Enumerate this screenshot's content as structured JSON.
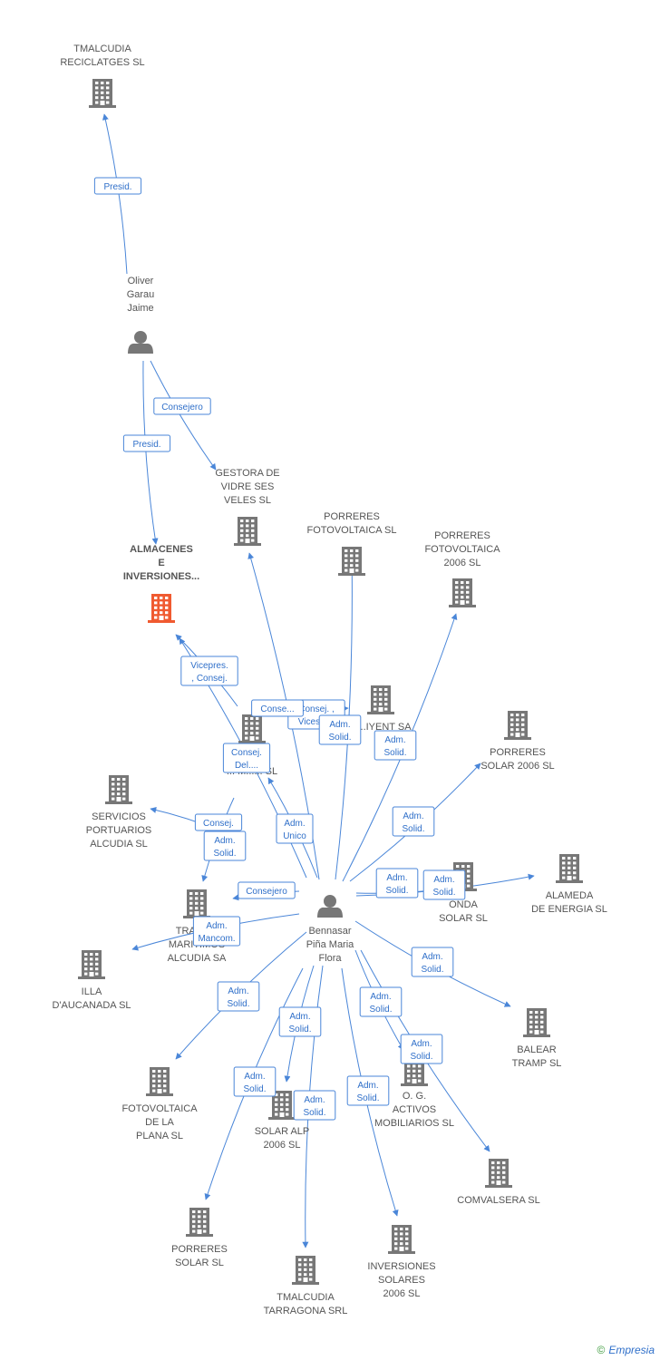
{
  "colors": {
    "edge": "#4a86d8",
    "node": "#777777",
    "main_node": "#f05a30",
    "edge_text": "#2f6fc9"
  },
  "nodes": [
    {
      "id": "tmalcudia_reciclatges",
      "type": "company",
      "lines": [
        "TMALCUDIA",
        "RECICLATGES SL"
      ]
    },
    {
      "id": "oliver",
      "type": "person",
      "lines": [
        "Oliver",
        "Garau",
        "Jaime"
      ]
    },
    {
      "id": "gestora",
      "type": "company",
      "lines": [
        "GESTORA DE",
        "VIDRE SES",
        "VELES SL"
      ]
    },
    {
      "id": "porreres_fv",
      "type": "company",
      "lines": [
        "PORRERES",
        "FOTOVOLTAICA SL"
      ]
    },
    {
      "id": "porreres_fv2006",
      "type": "company",
      "lines": [
        "PORRERES",
        "FOTOVOLTAICA",
        "2006 SL"
      ]
    },
    {
      "id": "almacenes",
      "type": "main",
      "lines": [
        "ALMACENES",
        "E",
        "INVERSIONES..."
      ]
    },
    {
      "id": "hiyent",
      "type": "company",
      "lines": [
        "...IYENT SA"
      ]
    },
    {
      "id": "mid_company",
      "type": "company",
      "lines": [
        "... M...... SL"
      ]
    },
    {
      "id": "porreres_solar2006",
      "type": "company",
      "lines": [
        "PORRERES",
        "SOLAR 2006 SL"
      ]
    },
    {
      "id": "servicios",
      "type": "company",
      "lines": [
        "SERVICIOS",
        "PORTUARIOS",
        "ALCUDIA SL"
      ]
    },
    {
      "id": "alameda",
      "type": "company",
      "lines": [
        "ALAMEDA",
        "DE ENERGIA SL"
      ]
    },
    {
      "id": "onda",
      "type": "company",
      "lines": [
        "ONDA",
        "SOLAR SL"
      ]
    },
    {
      "id": "trans",
      "type": "company",
      "lines": [
        "TRANS...",
        "MARITIMOS",
        "ALCUDIA SA"
      ]
    },
    {
      "id": "bennasar",
      "type": "person",
      "lines": [
        "Bennasar",
        "Piña Maria",
        "Flora"
      ]
    },
    {
      "id": "illa",
      "type": "company",
      "lines": [
        "ILLA",
        "D'AUCANADA SL"
      ]
    },
    {
      "id": "balear",
      "type": "company",
      "lines": [
        "BALEAR",
        "TRAMP SL"
      ]
    },
    {
      "id": "fotovoltaica_plana",
      "type": "company",
      "lines": [
        "FOTOVOLTAICA",
        "DE LA",
        "PLANA SL"
      ]
    },
    {
      "id": "og_activos",
      "type": "company",
      "lines": [
        "O. G.",
        "ACTIVOS",
        "MOBILIARIOS SL"
      ]
    },
    {
      "id": "solar_alp",
      "type": "company",
      "lines": [
        "SOLAR ALP",
        "2006 SL"
      ]
    },
    {
      "id": "comvalsera",
      "type": "company",
      "lines": [
        "COMVALSERA SL"
      ]
    },
    {
      "id": "porreres_solar",
      "type": "company",
      "lines": [
        "PORRERES",
        "SOLAR SL"
      ]
    },
    {
      "id": "inversiones_solares",
      "type": "company",
      "lines": [
        "INVERSIONES",
        "SOLARES",
        "2006 SL"
      ]
    },
    {
      "id": "tmalcudia_tarragona",
      "type": "company",
      "lines": [
        "TMALCUDIA",
        "TARRAGONA SRL"
      ]
    }
  ],
  "edges": [
    {
      "from": "oliver",
      "to": "tmalcudia_reciclatges",
      "label": [
        "Presid."
      ]
    },
    {
      "from": "oliver",
      "to": "gestora",
      "label": [
        "Consejero"
      ]
    },
    {
      "from": "oliver",
      "to": "almacenes",
      "label": [
        "Presid."
      ]
    },
    {
      "from": "bennasar",
      "to": "almacenes",
      "label": [
        "Vicepres.",
        ", Consej."
      ]
    },
    {
      "from": "bennasar",
      "to": "gestora",
      "label": [
        "Consej. ,",
        "Vicesecr."
      ]
    },
    {
      "from": "bennasar",
      "to": "porreres_fv",
      "label": [
        "Adm.",
        "Solid."
      ]
    },
    {
      "from": "bennasar",
      "to": "porreres_fv2006",
      "label": [
        "Adm.",
        "Solid."
      ]
    },
    {
      "from": "bennasar",
      "to": "hiyent",
      "label": [
        "Conse..."
      ]
    },
    {
      "from": "bennasar",
      "to": "mid_company",
      "label": [
        "Consej.",
        "Del...."
      ]
    },
    {
      "from": "bennasar",
      "to": "porreres_solar2006",
      "label": [
        "Adm.",
        "Solid."
      ]
    },
    {
      "from": "bennasar",
      "to": "servicios",
      "label": [
        "Consej."
      ]
    },
    {
      "from": "bennasar",
      "to": "trans",
      "label": [
        "Adm.",
        "Solid."
      ]
    },
    {
      "from": "bennasar",
      "to": "mid_company",
      "label": [
        "Adm.",
        "Unico"
      ]
    },
    {
      "from": "bennasar",
      "to": "trans",
      "label": [
        "Consejero"
      ]
    },
    {
      "from": "bennasar",
      "to": "onda",
      "label": [
        "Adm.",
        "Solid."
      ]
    },
    {
      "from": "bennasar",
      "to": "alameda",
      "label": [
        "Adm.",
        "Solid."
      ]
    },
    {
      "from": "bennasar",
      "to": "illa",
      "label": [
        "Adm.",
        "Mancom."
      ]
    },
    {
      "from": "bennasar",
      "to": "balear",
      "label": [
        "Adm.",
        "Solid."
      ]
    },
    {
      "from": "bennasar",
      "to": "fotovoltaica_plana",
      "label": [
        "Adm.",
        "Solid."
      ]
    },
    {
      "from": "bennasar",
      "to": "og_activos",
      "label": [
        "Adm.",
        "Solid."
      ]
    },
    {
      "from": "bennasar",
      "to": "comvalsera",
      "label": [
        "Adm.",
        "Solid."
      ]
    },
    {
      "from": "bennasar",
      "to": "solar_alp",
      "label": [
        "Adm.",
        "Solid."
      ]
    },
    {
      "from": "bennasar",
      "to": "porreres_solar",
      "label": [
        "Adm.",
        "Solid."
      ]
    },
    {
      "from": "bennasar",
      "to": "tmalcudia_tarragona",
      "label": [
        "Adm.",
        "Solid."
      ]
    },
    {
      "from": "bennasar",
      "to": "inversiones_solares",
      "label": [
        "Adm.",
        "Solid."
      ]
    }
  ],
  "footer": {
    "copyright": "©",
    "brand": "Empresia"
  }
}
